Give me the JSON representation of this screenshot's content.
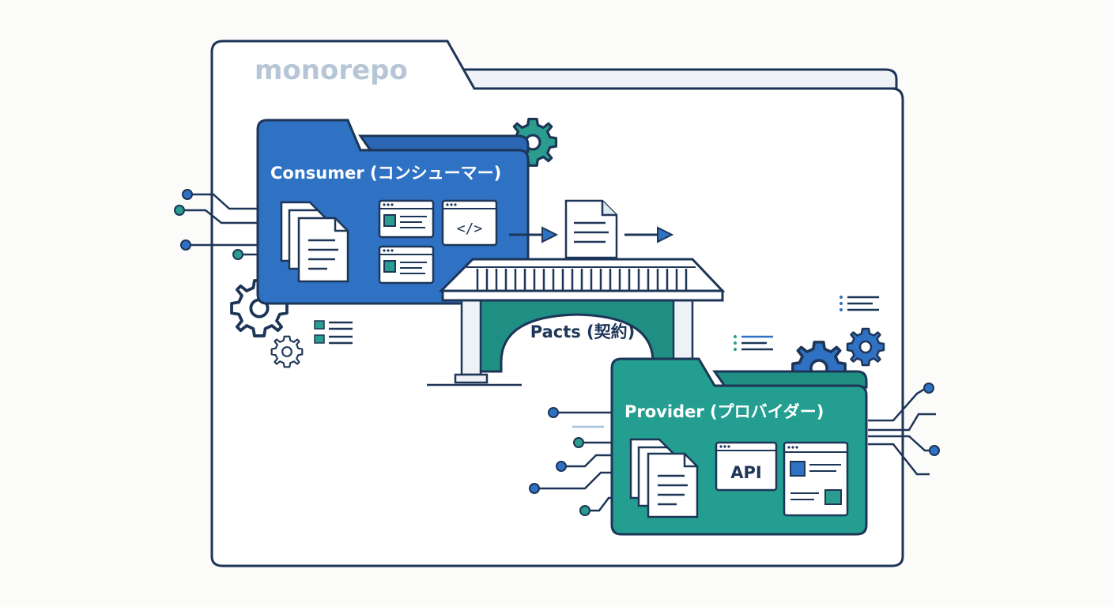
{
  "labels": {
    "monorepo": "monorepo",
    "consumer": "Consumer (コンシューマー)",
    "provider": "Provider (プロバイダー)",
    "pacts": "Pacts (契約)",
    "api": "API",
    "code": "</>"
  },
  "colors": {
    "outline": "#1d3557",
    "consumer_fill": "#2f72c4",
    "provider_fill": "#239e91",
    "bridge_green": "#1f8f84",
    "bridge_deck": "#ffffff",
    "accent_teal": "#2a9d8f",
    "accent_blue": "#2f72c4",
    "muted_title": "#b7c6d6"
  },
  "icons": [
    "gear-icon",
    "document-stack-icon",
    "window-icon",
    "code-window-icon",
    "api-window-icon",
    "circuit-line-icon",
    "list-icon",
    "arrow-right-icon",
    "bridge-icon"
  ]
}
